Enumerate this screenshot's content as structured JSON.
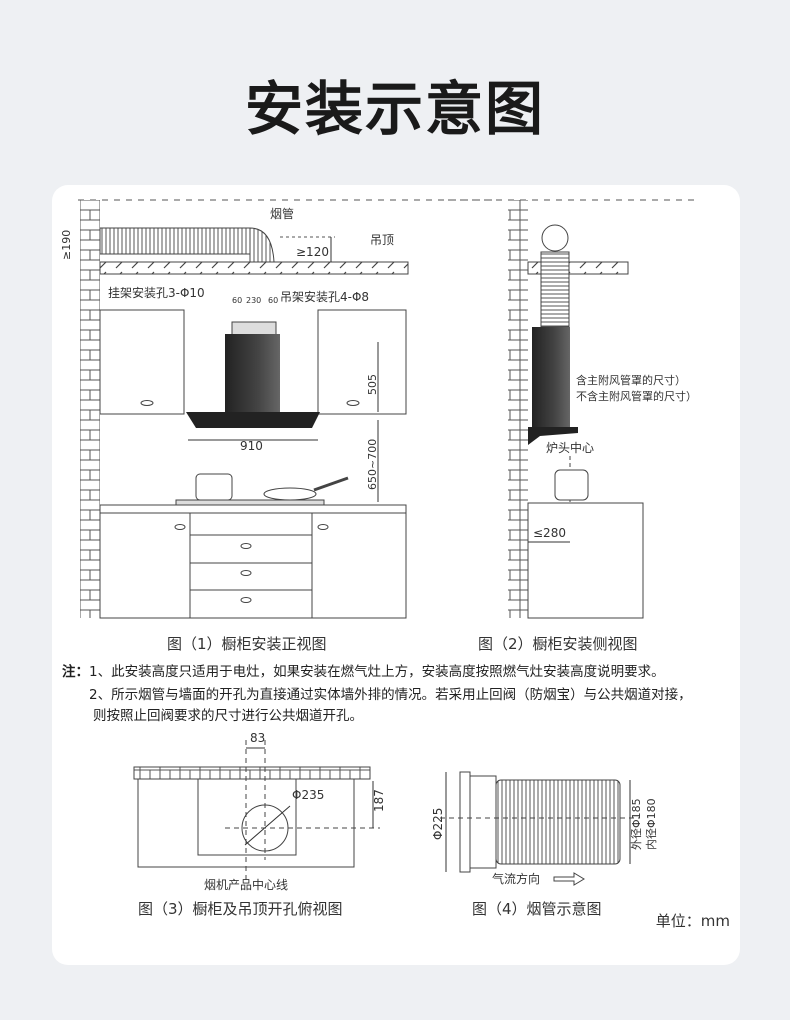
{
  "title": "安装示意图",
  "fig1": {
    "caption": "图（1）橱柜安装正视图",
    "pipe": "烟管",
    "ceiling": "吊顶",
    "min_gap": "≥120",
    "wall_gap": "≥190",
    "hanger_hole": "挂架安装孔3-Φ10",
    "hook_hole": "吊架安装孔4-Φ8",
    "dim_a": "60",
    "dim_b": "230",
    "dim_c": "60",
    "height": "505",
    "width": "910",
    "mount_height": "650~700"
  },
  "fig2": {
    "caption": "图（2）橱柜安装侧视图",
    "note1": "含主附风管罩的尺寸）",
    "note2": "不含主附风管罩的尺寸）",
    "burner_center": "炉头中心",
    "depth": "≤280"
  },
  "notes": {
    "label": "注：",
    "line1": "1、此安装高度只适用于电灶，如果安装在燃气灶上方，安装高度按照燃气灶安装高度说明要求。",
    "line2": "2、所示烟管与墙面的开孔为直接通过实体墙外排的情况。若采用止回阀（防烟宝）与公共烟道对接，",
    "line3": "则按照止回阀要求的尺寸进行公共烟道开孔。"
  },
  "fig3": {
    "caption": "图（3）橱柜及吊顶开孔俯视图",
    "offset": "83",
    "hole": "Φ235",
    "depth": "187",
    "centerline": "烟机产品中心线"
  },
  "fig4": {
    "caption": "图（4）烟管示意图",
    "flange": "Φ225",
    "outer": "外径Φ185",
    "inner": "内径Φ180",
    "airflow": "气流方向"
  },
  "unit": "单位：mm"
}
